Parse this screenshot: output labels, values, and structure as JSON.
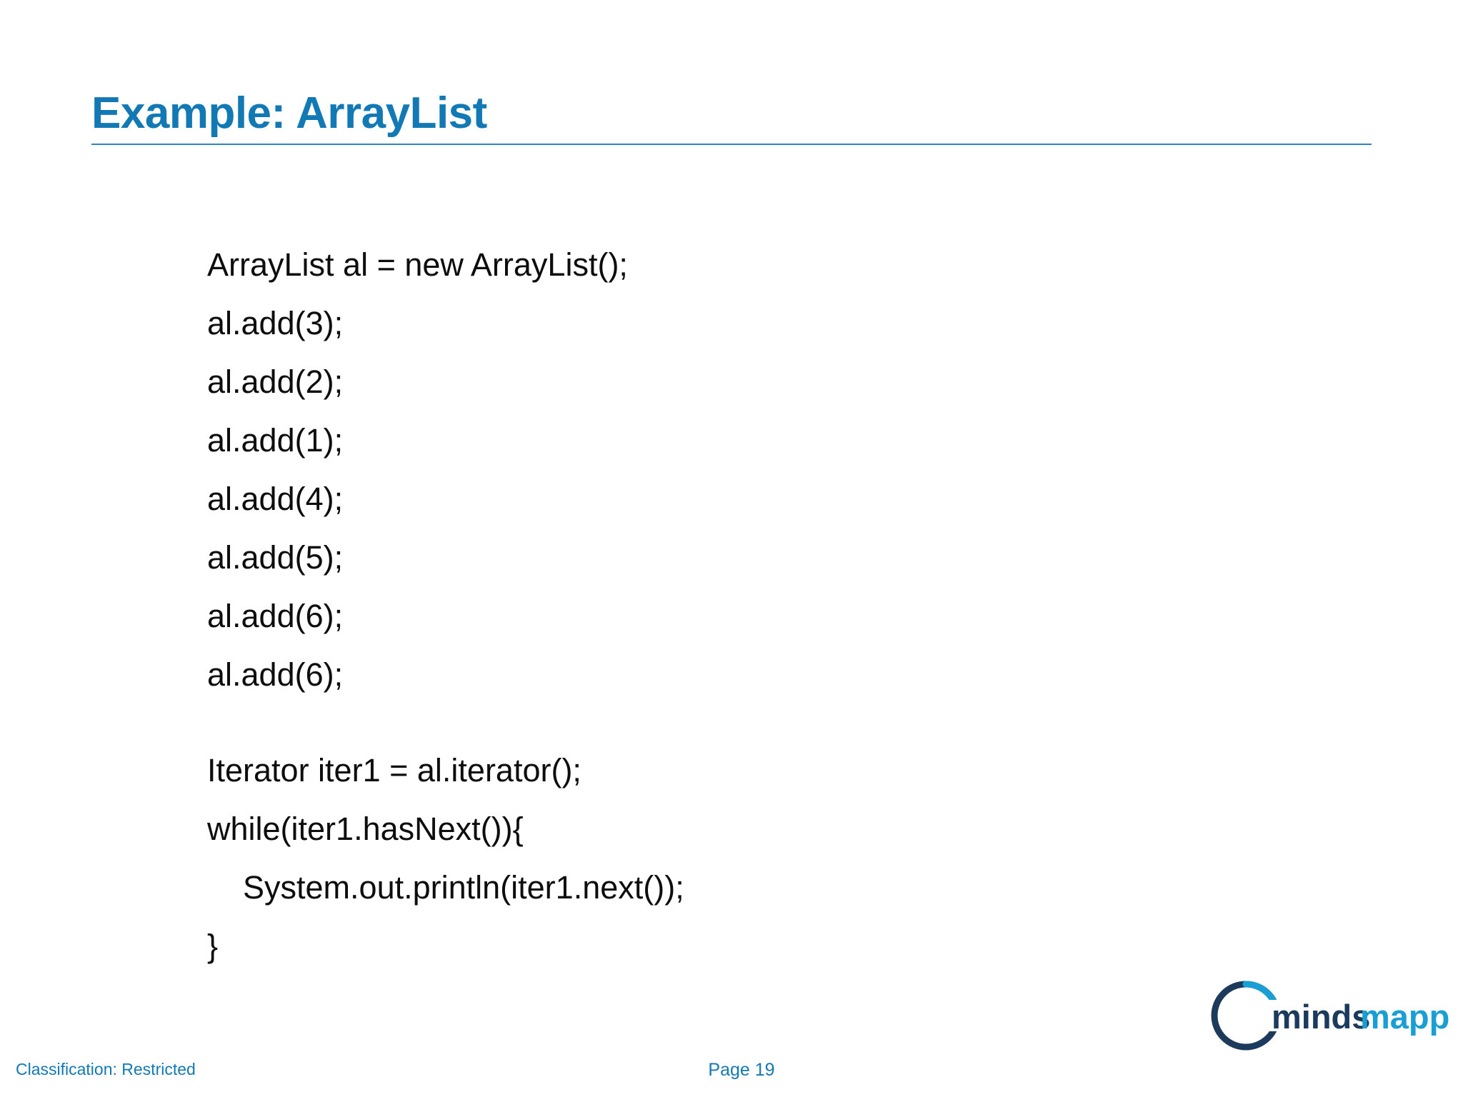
{
  "slide": {
    "title": "Example: ArrayList",
    "accent_color": "#1379b5",
    "rule_color": "#2e86bd",
    "background": "#ffffff",
    "text_color": "#0d0d0d"
  },
  "code": {
    "lines": [
      "ArrayList al = new ArrayList();",
      "al.add(3);",
      "al.add(2);",
      "al.add(1);",
      "al.add(4);",
      "al.add(5);",
      "al.add(6);",
      "al.add(6);",
      "",
      "Iterator iter1 = al.iterator();",
      "while(iter1.hasNext()){",
      "    System.out.println(iter1.next());",
      "}"
    ]
  },
  "footer": {
    "classification": "Classification:  Restricted",
    "page": "Page 19"
  },
  "logo": {
    "name": "mindsmapped-logo",
    "text_primary": "minds",
    "text_secondary": "mapped",
    "primary_color": "#1b3a5c",
    "secondary_color": "#1a9fd4",
    "ring_color": "#1b3a5c"
  }
}
